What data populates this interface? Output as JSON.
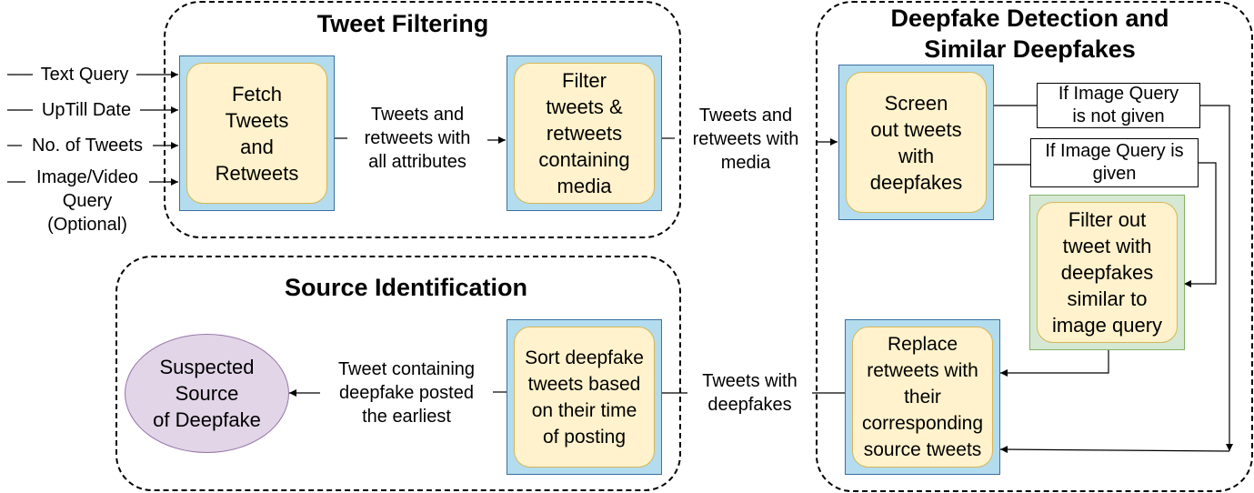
{
  "groups": {
    "tweet_filtering": "Tweet Filtering",
    "deepfake_detection": "Deepfake Detection and\nSimilar Deepfakes",
    "source_identification": "Source Identification"
  },
  "inputs": {
    "text_query": "Text Query",
    "uptill_date": "UpTill Date",
    "no_of_tweets": "No. of Tweets",
    "image_video_query": "Image/Video\nQuery\n(Optional)"
  },
  "nodes": {
    "fetch": "Fetch\nTweets\nand\nRetweets",
    "filter_media": "Filter\ntweets &\nretweets\ncontaining\nmedia",
    "screen_out": "Screen\nout tweets\nwith\ndeepfakes",
    "filter_similar": "Filter out\ntweet with\ndeepfakes\nsimilar to\nimage query",
    "replace": "Replace\nretweets with\ntheir\ncorresponding\nsource tweets",
    "sort": "Sort deepfake\ntweets based\non their time\nof posting",
    "suspected_source": "Suspected\nSource\nof Deepfake"
  },
  "edge_labels": {
    "all_attributes": "Tweets and\nretweets with\nall attributes",
    "with_media": "Tweets and\nretweets with\nmedia",
    "with_deepfakes": "Tweets with\ndeepfakes",
    "posted_earliest": "Tweet containing\ndeepfake posted\nthe earliest"
  },
  "conditions": {
    "not_given": "If Image Query\nis not given",
    "given": "If Image Query is\ngiven"
  }
}
